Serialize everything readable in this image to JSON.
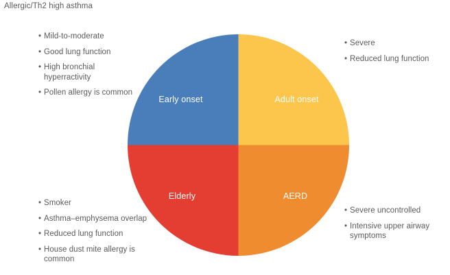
{
  "title": "Allergic/Th2 high asthma",
  "chart_data": {
    "type": "pie",
    "title": "Allergic/Th2 high asthma",
    "xlabel": "",
    "ylabel": "",
    "legend": "none",
    "categories": [
      "Early onset",
      "Adult onset",
      "AERD",
      "Elderly"
    ],
    "values": [
      25,
      25,
      25,
      25
    ],
    "colors": [
      "#4a7ebb",
      "#fcc54b",
      "#ef8c30",
      "#e43e32"
    ],
    "start_angle_deg": 0,
    "direction": "clockwise",
    "annotations": [
      {
        "slice": "Early onset",
        "position": "top-left",
        "items": [
          "Mild-to-moderate",
          "Good lung function",
          "High bronchial hyperractivity",
          "Pollen allergy is common"
        ]
      },
      {
        "slice": "Adult onset",
        "position": "top-right",
        "items": [
          "Severe",
          "Reduced lung function"
        ]
      },
      {
        "slice": "Elderly",
        "position": "bottom-left",
        "items": [
          "Smoker",
          "Asthma–emphysema overlap",
          "Reduced lung function",
          "House dust mite allergy is common"
        ]
      },
      {
        "slice": "AERD",
        "position": "bottom-right",
        "items": [
          "Severe uncontrolled",
          "Intensive upper airway symptoms"
        ]
      }
    ]
  },
  "pie": {
    "slices": [
      {
        "label": "Early onset",
        "color": "#4a7ebb"
      },
      {
        "label": "Adult onset",
        "color": "#fcc54b"
      },
      {
        "label": "AERD",
        "color": "#ef8c30"
      },
      {
        "label": "Elderly",
        "color": "#e43e32"
      }
    ]
  },
  "annotations": {
    "top_left": {
      "bullet": "•",
      "items": [
        "Mild-to-moderate",
        "Good lung function",
        "High bronchial hyperractivity",
        "Pollen allergy is common"
      ]
    },
    "top_right": {
      "bullet": "•",
      "items": [
        "Severe",
        "Reduced lung function"
      ]
    },
    "bottom_left": {
      "bullet": "•",
      "items": [
        "Smoker",
        "Asthma–emphysema overlap",
        "Reduced lung function",
        "House dust mite allergy is common"
      ]
    },
    "bottom_right": {
      "bullet": "•",
      "items": [
        "Severe uncontrolled",
        "Intensive upper airway symptoms"
      ]
    }
  }
}
